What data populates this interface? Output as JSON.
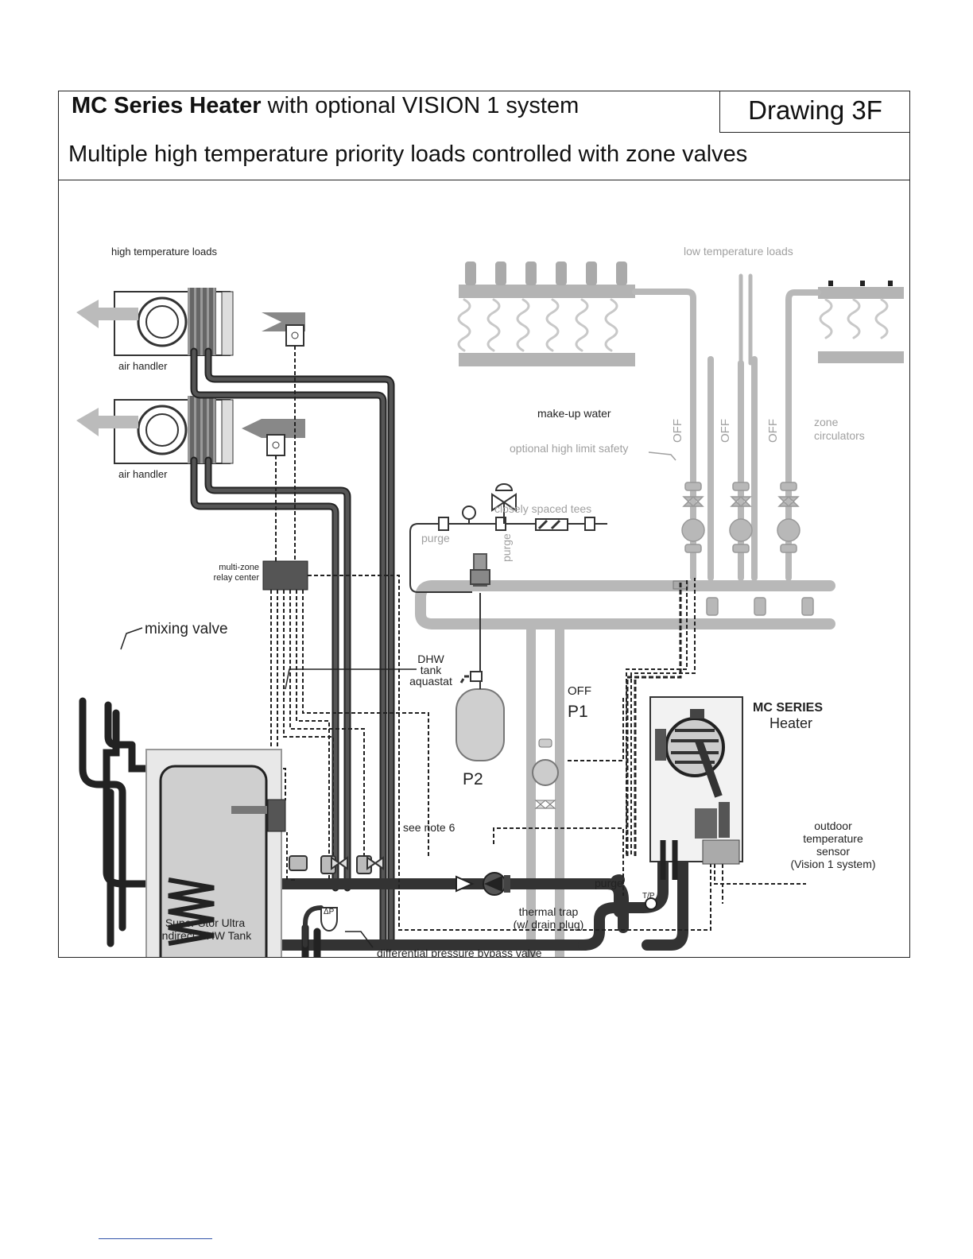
{
  "header": {
    "title_bold": "MC Series Heater",
    "title_rest": " with optional VISION 1 system",
    "drawing_label": "Drawing 3F",
    "subtitle": "Multiple high temperature priority loads controlled with zone valves"
  },
  "labels": {
    "high_temp_loads": "high temperature loads",
    "low_temp_loads": "low temperature loads",
    "air_handler_1": "air handler",
    "air_handler_2": "air handler",
    "make_up_water": "make-up water",
    "high_limit": "optional high limit safety",
    "closely_spaced_tees": "closely spaced tees",
    "purge_1": "purge",
    "purge_2": "purge",
    "purge_3": "purge",
    "zone_circulators_1": "zone",
    "zone_circulators_2": "circulators",
    "off_1": "OFF",
    "off_2": "OFF",
    "off_3": "OFF",
    "off_p1": "OFF",
    "multi_zone_1": "multi-zone",
    "multi_zone_2": "relay center",
    "mixing_valve": "mixing valve",
    "dhw_1": "DHW",
    "dhw_2": "tank",
    "dhw_3": "aquastat",
    "p1": "P1",
    "p2": "P2",
    "see_note": "see note 6",
    "mc_series_1": "MC SERIES",
    "mc_series_2": "Heater",
    "tp": "T/P",
    "outdoor_1": "outdoor",
    "outdoor_2": "temperature",
    "outdoor_3": "sensor",
    "outdoor_4": "(Vision 1 system)",
    "tank_1": "Super Stor Ultra",
    "tank_2": "Indirect DHW Tank",
    "thermal_trap_1": "thermal trap",
    "thermal_trap_2": "(w/ drain plug)",
    "bypass": "differential pressure bypass valve",
    "delta_p": "ΔP"
  },
  "colors": {
    "pipe_dark": "#444444",
    "pipe_light": "#b8b8b8",
    "text_light": "#a0a0a0"
  }
}
